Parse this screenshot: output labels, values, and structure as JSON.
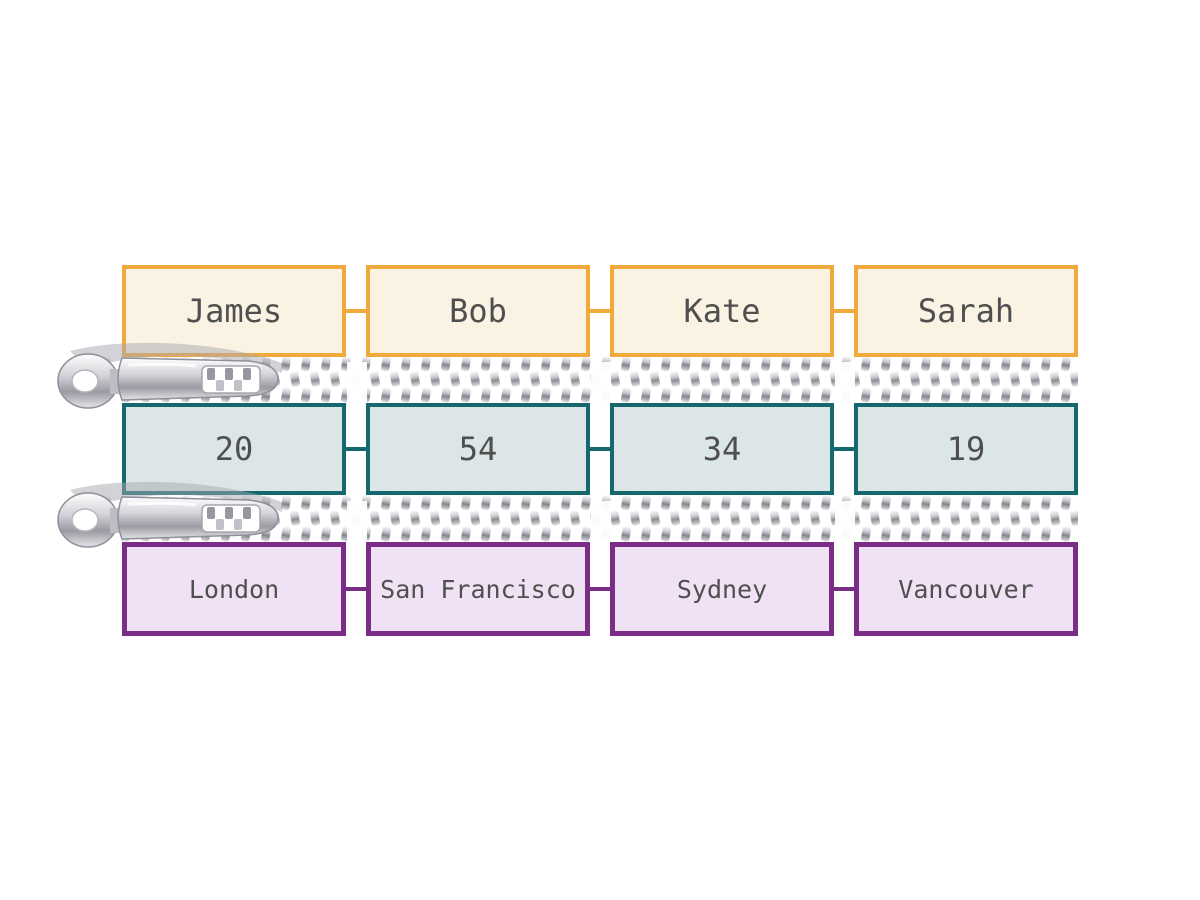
{
  "rows": [
    {
      "id": "names",
      "cells": [
        "James",
        "Bob",
        "Kate",
        "Sarah"
      ],
      "border_color": "#F2A93C",
      "fill_color": "#FAF2E2"
    },
    {
      "id": "ages",
      "cells": [
        "20",
        "54",
        "34",
        "19"
      ],
      "border_color": "#14686E",
      "fill_color": "#DCE6E6"
    },
    {
      "id": "cities",
      "cells": [
        "London",
        "San Francisco",
        "Sydney",
        "Vancouver"
      ],
      "border_color": "#7B2C86",
      "fill_color": "#F1E1F4"
    }
  ],
  "colors": {
    "text": "#4F4F4F",
    "background": "#FFFFFF",
    "zipper_metal_light": "#F4F4F6",
    "zipper_metal_dark": "#84848C"
  },
  "icons": {
    "zipper_slider": "zipper-slider-icon",
    "zipper_teeth": "zipper-teeth-band"
  }
}
